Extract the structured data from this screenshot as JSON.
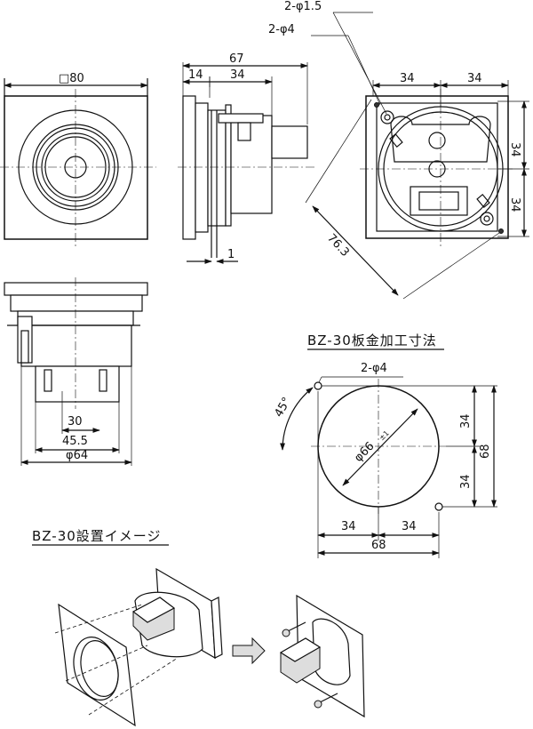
{
  "front_view": {
    "square_label": "□80"
  },
  "side_view": {
    "overall": "67",
    "flange": "14",
    "body": "34",
    "plate": "1"
  },
  "rear_view": {
    "hole_small": "2-φ1.5",
    "hole_large": "2-φ4",
    "pitch_top_left": "34",
    "pitch_top_right": "34",
    "pitch_right_top": "34",
    "pitch_right_bottom": "34",
    "diagonal": "76.3"
  },
  "bottom_view": {
    "w1": "30",
    "w2": "45.5",
    "w3": "φ64"
  },
  "cutout": {
    "title": "BZ-30板金加工寸法",
    "holes": "2-φ4",
    "angle": "45°",
    "dia": "φ66",
    "tol": "±1",
    "v_top": "34",
    "v_bottom": "34",
    "v_total": "68",
    "h_left": "34",
    "h_right": "34",
    "h_total": "68"
  },
  "install": {
    "title": "BZ-30設置イメージ"
  }
}
